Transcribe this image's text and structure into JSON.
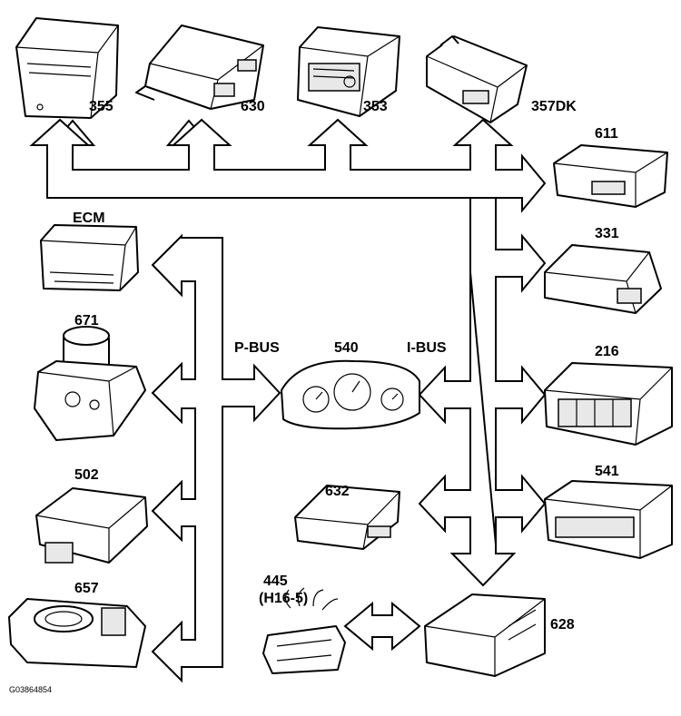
{
  "modules": {
    "m355": "355",
    "m630": "630",
    "m353": "353",
    "m357dk": "357DK",
    "m611": "611",
    "m331": "331",
    "m216": "216",
    "m541": "541",
    "ecm": "ECM",
    "m671": "671",
    "m502": "502",
    "m657": "657",
    "m540": "540",
    "m632": "632",
    "m445": "445",
    "m445_sub": "(H16-5)",
    "m628": "628"
  },
  "buses": {
    "p_bus": "P-BUS",
    "i_bus": "I-BUS"
  },
  "reference_code": "G03864854"
}
